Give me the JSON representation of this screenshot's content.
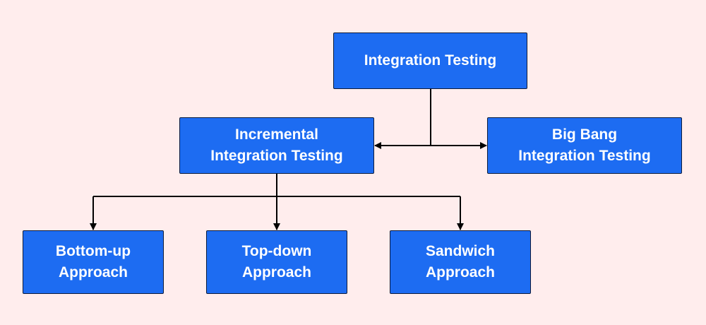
{
  "diagram": {
    "root": {
      "line1": "Integration Testing"
    },
    "incremental": {
      "line1": "Incremental",
      "line2": "Integration Testing"
    },
    "big_bang": {
      "line1": "Big Bang",
      "line2": "Integration Testing"
    },
    "bottom_up": {
      "line1": "Bottom-up",
      "line2": "Approach"
    },
    "top_down": {
      "line1": "Top-down",
      "line2": "Approach"
    },
    "sandwich": {
      "line1": "Sandwich",
      "line2": "Approach"
    }
  },
  "colors": {
    "background": "#ffeded",
    "node_fill": "#1d6cf2",
    "node_text": "#ffffff",
    "connector": "#000000"
  }
}
